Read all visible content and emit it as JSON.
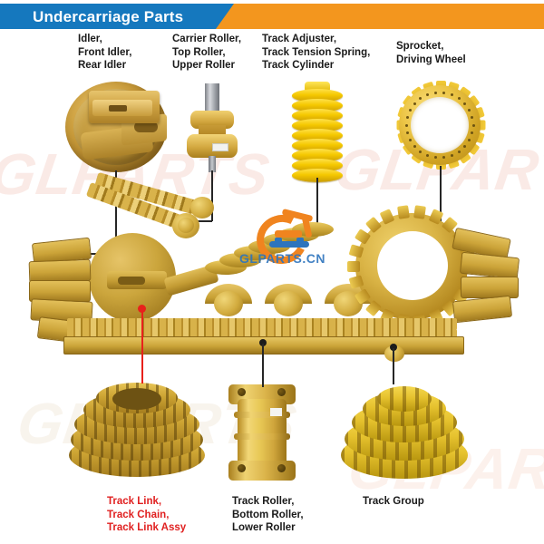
{
  "banner": {
    "title": "Undercarriage Parts",
    "blue": "#1578be",
    "orange": "#f3961e"
  },
  "labels": {
    "idler": "Idler,\nFront Idler,\nRear Idler",
    "carrier_roller": "Carrier Roller,\nTop Roller,\nUpper Roller",
    "track_adjuster": "Track Adjuster,\nTrack Tension Spring,\nTrack Cylinder",
    "sprocket": "Sprocket,\nDriving Wheel",
    "track_link": "Track Link,\nTrack Chain,\nTrack Link Assy",
    "track_roller": "Track Roller,\nBottom Roller,\nLower Roller",
    "track_group": "Track Group"
  },
  "label_colors": {
    "default": "#1a1a1a",
    "track_link": "#e02020"
  },
  "watermarks": {
    "text": "GLPARTS",
    "logo_text": "GLPARTS.CN",
    "logo_orange": "#f0841f",
    "logo_blue": "#2d74bd"
  },
  "parts": {
    "idler": "idler-wheel",
    "carrier_roller": "carrier-roller",
    "spring": "track-tension-spring",
    "sprocket": "sprocket-wheel",
    "track_chain_coil": "track-chain-coil",
    "track_roller": "track-roller",
    "track_group_coil": "track-group-coil"
  }
}
